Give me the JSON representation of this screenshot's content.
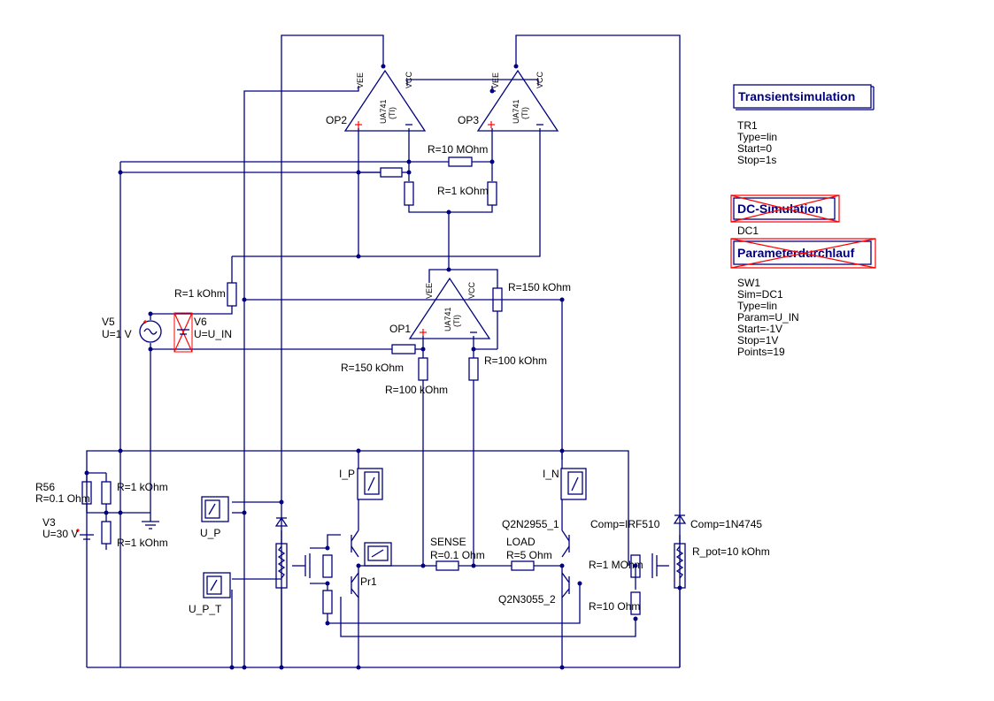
{
  "simulations": {
    "transient": {
      "title": "Transientsimulation",
      "lines": [
        "TR1",
        "Type=lin",
        "Start=0",
        "Stop=1s"
      ]
    },
    "dc": {
      "title": "DC-Simulation",
      "lines": [
        "DC1"
      ]
    },
    "sweep": {
      "title": "Parameterdurchlauf",
      "lines": [
        "SW1",
        "Sim=DC1",
        "Type=lin",
        "Param=U_IN",
        "Start=-1V",
        "Stop=1V",
        "Points=19"
      ]
    }
  },
  "opamps": {
    "op1": {
      "name": "OP1",
      "model": "UA741",
      "sub": "(TI)",
      "vee": "VEE",
      "vcc": "VCC"
    },
    "op2": {
      "name": "OP2",
      "model": "UA741",
      "sub": "(TI)",
      "vee": "VEE",
      "vcc": "VCC"
    },
    "op3": {
      "name": "OP3",
      "model": "UA741",
      "sub": "(TI)",
      "vee": "VEE",
      "vcc": "VCC"
    }
  },
  "labels": {
    "r_10mohm": "R=10 MOhm",
    "r_1k_top": "R=1 kOhm",
    "r_1k_left": "R=1 kOhm",
    "r_150k_right": "R=150 kOhm",
    "r_150k_left": "R=150 kOhm",
    "r_100k_left": "R=100 kOhm",
    "r_100k_right": "R=100 kOhm",
    "v5_name": "V5",
    "v5_val": "U=1 V",
    "v6_name": "V6",
    "v6_val": "U=U_IN",
    "r56_name": "R56",
    "r56_val": "R=0.1 Ohm",
    "r_1k_a": "R=1 kOhm",
    "r_1k_b": "R=1 kOhm",
    "v3_name": "V3",
    "v3_val": "U=30 V",
    "u_p": "U_P",
    "u_p_t": "U_P_T",
    "i_p": "I_P",
    "i_n": "I_N",
    "pr1": "Pr1",
    "sense_name": "SENSE",
    "sense_val": "R=0.1 Ohm",
    "load_name": "LOAD",
    "load_val": "R=5 Ohm",
    "q2955": "Q2N2955_1",
    "q3055": "Q2N3055_2",
    "comp_irf": "Comp=IRF510",
    "comp_zener": "Comp=1N4745",
    "r_1mohm": "R=1 MOhm",
    "r_10ohm": "R=10 Ohm",
    "r_pot": "R_pot=10 kOhm"
  },
  "colors": {
    "wire": "#000080",
    "plus": "#ff0000",
    "disabled": "#ff0000"
  }
}
